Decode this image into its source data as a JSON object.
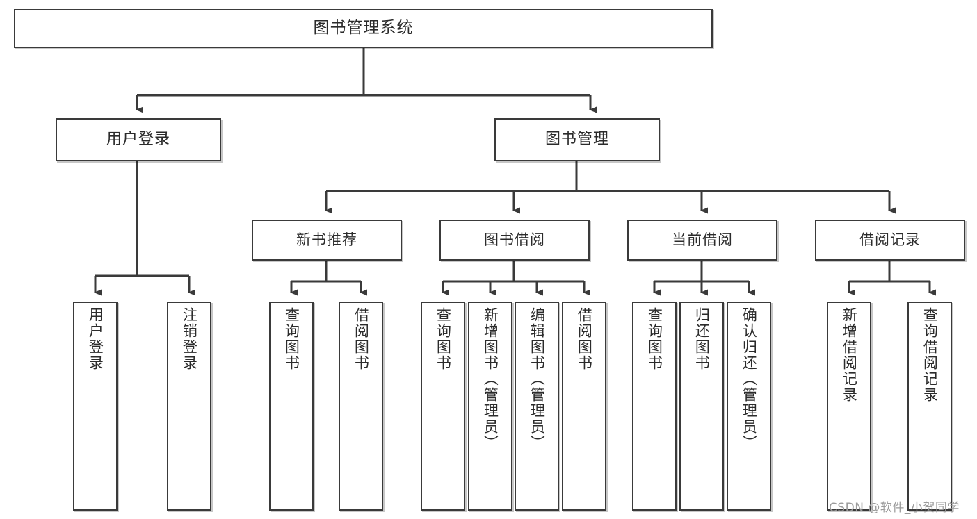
{
  "diagram": {
    "type": "tree",
    "title": "图书管理系统",
    "orientation": "top-down",
    "levels": 4,
    "colors": {
      "box_border": "#3a3a3a",
      "box_fill": "#ffffff",
      "connector": "#3a3a3a",
      "text": "#2b2b2b",
      "watermark": "#9b9b9b",
      "background": "#ffffff"
    },
    "root": {
      "label": "图书管理系统"
    },
    "level2": [
      {
        "label": "用户登录"
      },
      {
        "label": "图书管理"
      }
    ],
    "level3": [
      {
        "label": "新书推荐"
      },
      {
        "label": "图书借阅"
      },
      {
        "label": "当前借阅"
      },
      {
        "label": "借阅记录"
      }
    ],
    "leaves": {
      "user_login": [
        {
          "label": "用户登录"
        },
        {
          "label": "注销登录"
        }
      ],
      "new_book_recommend": [
        {
          "label": "查询图书"
        },
        {
          "label": "借阅图书"
        }
      ],
      "book_borrow": [
        {
          "label": "查询图书"
        },
        {
          "label": "新增图书（管理员）"
        },
        {
          "label": "编辑图书（管理员）"
        },
        {
          "label": "借阅图书"
        }
      ],
      "current_borrow": [
        {
          "label": "查询图书"
        },
        {
          "label": "归还图书"
        },
        {
          "label": "确认归还（管理员）"
        }
      ],
      "borrow_record": [
        {
          "label": "新增借阅记录"
        },
        {
          "label": "查询借阅记录"
        }
      ]
    }
  },
  "watermark": {
    "text": "CSDN @软件_小贺同学"
  }
}
